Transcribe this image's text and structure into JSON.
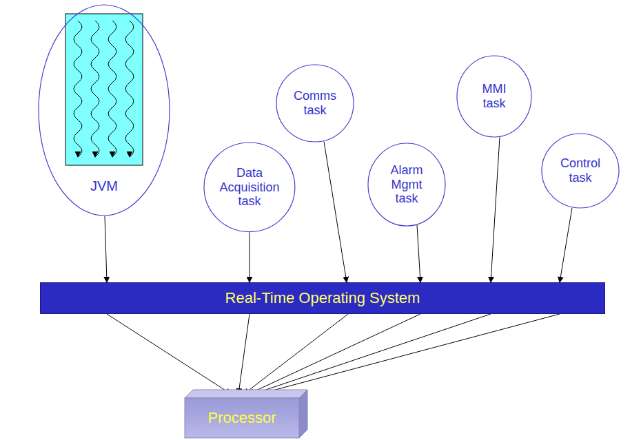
{
  "diagram": {
    "nodes": [
      {
        "text": [
          "JVM"
        ]
      },
      {
        "text": [
          "Data Acquisition task"
        ]
      },
      {
        "text": [
          "Comms task"
        ]
      },
      {
        "text": [
          "Alarm Mgmt task"
        ]
      },
      {
        "text": [
          "MMI task"
        ]
      },
      {
        "text": [
          "Control task"
        ]
      },
      {
        "text": [
          "Real-Time Operating System"
        ]
      },
      {
        "text": [
          "Processor"
        ]
      }
    ],
    "edges": [
      {
        "from": 0,
        "to": 6,
        "arrow": "to"
      },
      {
        "from": 1,
        "to": 6,
        "arrow": "to"
      },
      {
        "from": 2,
        "to": 6,
        "arrow": "to"
      },
      {
        "from": 3,
        "to": 6,
        "arrow": "to"
      },
      {
        "from": 4,
        "to": 6,
        "arrow": "to"
      },
      {
        "from": 5,
        "to": 6,
        "arrow": "to"
      },
      {
        "from": 6,
        "to": 7,
        "arrow": "to"
      },
      {
        "from": 6,
        "to": 7,
        "arrow": "to"
      },
      {
        "from": 6,
        "to": 7,
        "arrow": "to"
      },
      {
        "from": 6,
        "to": 7,
        "arrow": "to"
      },
      {
        "from": 6,
        "to": 7,
        "arrow": "to"
      },
      {
        "from": 6,
        "to": 7,
        "arrow": "to"
      }
    ]
  }
}
